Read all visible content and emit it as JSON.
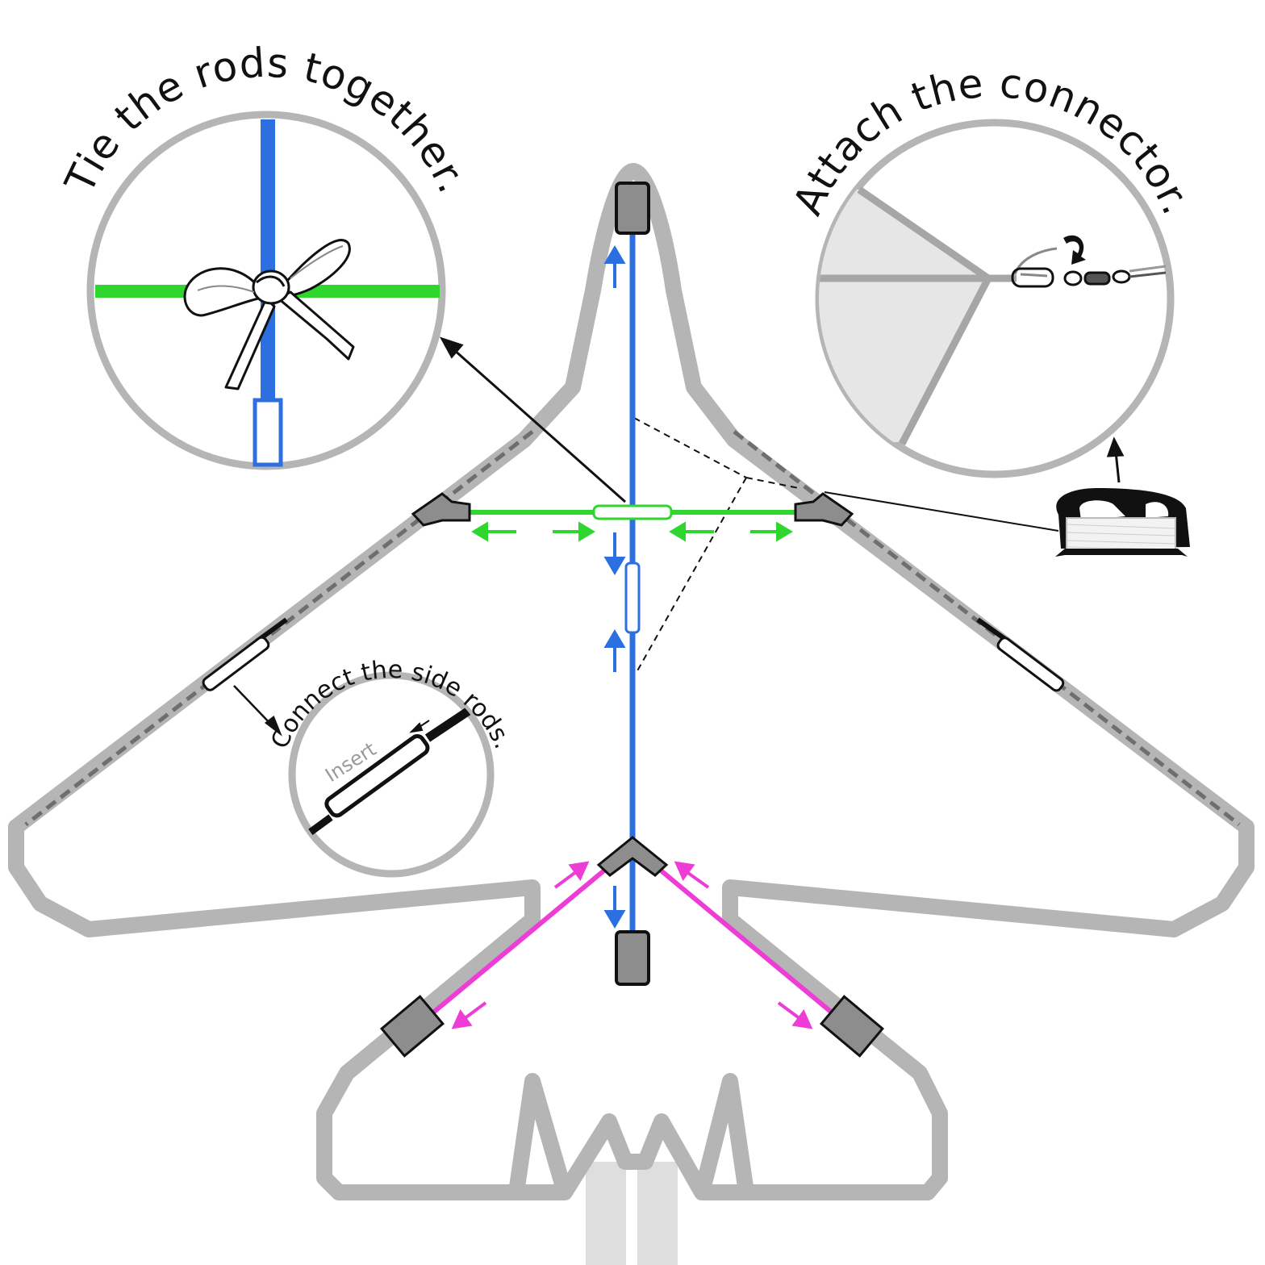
{
  "captions": {
    "tie": "Tie the rods together.",
    "attach": "Attach the connector.",
    "connect": "Connect the side rods.",
    "insert": "Insert"
  },
  "colors": {
    "outline": "#b5b5b5",
    "spine_rod": "#2b6fe0",
    "cross_rod": "#2ed62e",
    "tail_rods": "#ee3dd6",
    "connector": "#8d8d8d",
    "dark": "#111111",
    "sail_shade": "#e6e6e6"
  },
  "icons": [
    "bow-knot-icon",
    "snap-swivel-icon",
    "line-winder-icon",
    "curved-arrow-icon"
  ]
}
